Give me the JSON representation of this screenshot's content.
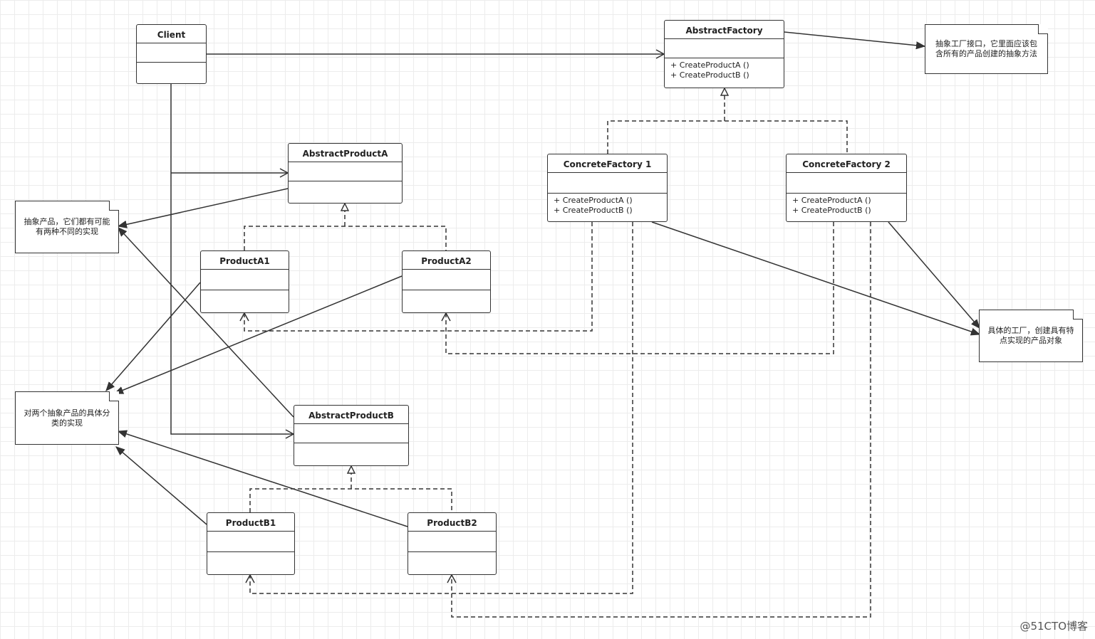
{
  "classes": {
    "client": {
      "name": "Client"
    },
    "abstract_factory": {
      "name": "AbstractFactory",
      "ops": [
        "+ CreateProductA ()",
        "+ CreateProductB ()"
      ]
    },
    "abstract_product_a": {
      "name": "AbstractProductA"
    },
    "product_a1": {
      "name": "ProductA1"
    },
    "product_a2": {
      "name": "ProductA2"
    },
    "concrete_factory_1": {
      "name": "ConcreteFactory 1",
      "ops": [
        "+ CreateProductA ()",
        "+ CreateProductB ()"
      ]
    },
    "concrete_factory_2": {
      "name": "ConcreteFactory 2",
      "ops": [
        "+ CreateProductA ()",
        "+ CreateProductB ()"
      ]
    },
    "abstract_product_b": {
      "name": "AbstractProductB"
    },
    "product_b1": {
      "name": "ProductB1"
    },
    "product_b2": {
      "name": "ProductB2"
    }
  },
  "notes": {
    "abstract_factory_note": "抽象工厂接口，它里面应该包含所有的产品创建的抽象方法",
    "abstract_product_note": "抽象产品，它们都有可能有两种不同的实现",
    "concrete_product_note": "对两个抽象产品的具体分类的实现",
    "concrete_factory_note": "具体的工厂，创建具有特点实现的产品对象"
  },
  "watermark": "@51CTO博客"
}
